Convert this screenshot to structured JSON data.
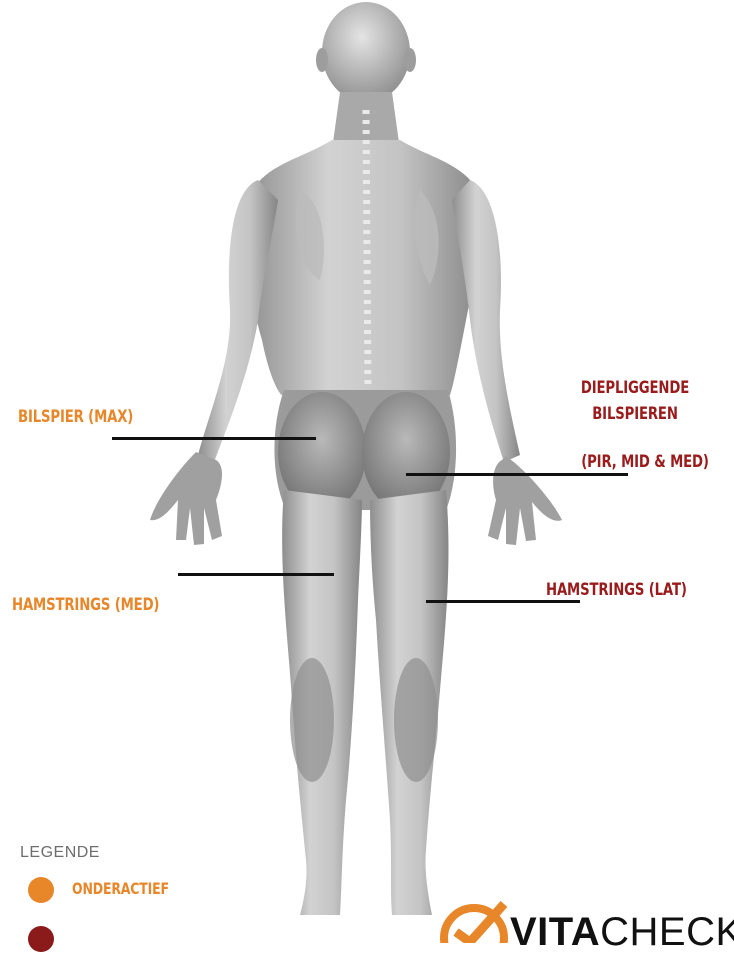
{
  "labels": {
    "bilspier_max": "BILSPIER (MAX)",
    "diepliggende_line1": "DIEPLIGGENDE",
    "diepliggende_line2": "BILSPIEREN",
    "diepliggende_line3": "(PIR, MID & MED)",
    "hamstrings_med": "HAMSTRINGS (MED)",
    "hamstrings_lat": "HAMSTRINGS (LAT)"
  },
  "legend": {
    "title": "LEGENDE",
    "items": [
      {
        "label": "ONDERACTIEF",
        "color": "#E8862A"
      },
      {
        "label": "",
        "color": "#8B1A1A"
      }
    ]
  },
  "logo": {
    "bold": "VITA",
    "light": "CHECK"
  },
  "colors": {
    "orange": "#E8862A",
    "red": "#9A1B1B",
    "leader": "#111111"
  }
}
